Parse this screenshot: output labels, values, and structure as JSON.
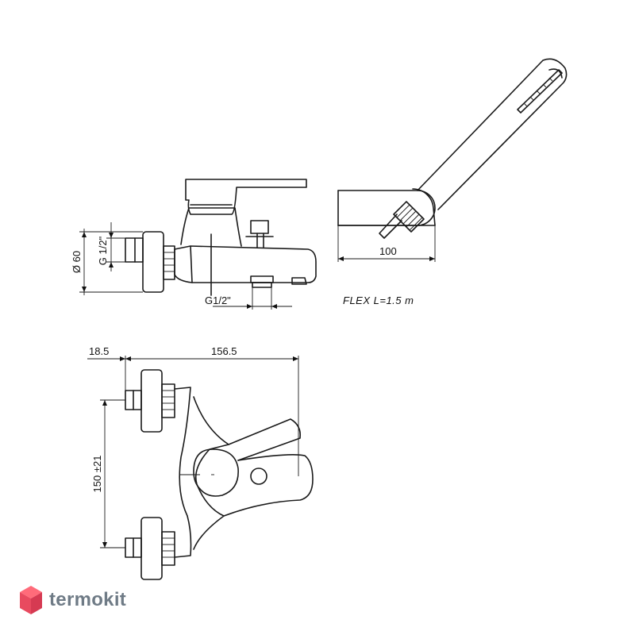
{
  "dimensions": {
    "diameter": "Ø 60",
    "thread_wall": "G 1/2\"",
    "thread_outlet": "G1/2\"",
    "hand_shower_width": "100",
    "offset_left": "18.5",
    "overall_depth": "156.5",
    "center_distance": "150 ±21"
  },
  "notes": {
    "flex_hose": "FLEX L=1.5 m"
  },
  "brand": {
    "name": "termokit",
    "colors": {
      "top": "#ff6b7a",
      "left": "#e84a5f",
      "right": "#d63a52",
      "text": "#6f7b86"
    }
  }
}
